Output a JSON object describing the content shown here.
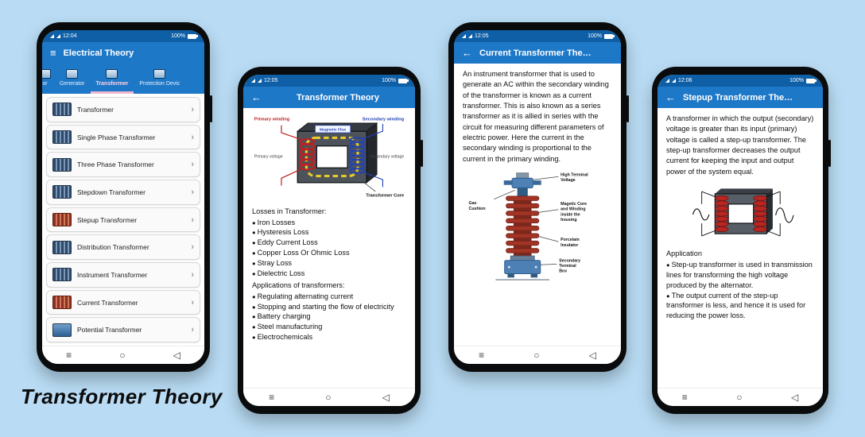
{
  "page": {
    "title": "Transformer Theory"
  },
  "icons": {
    "hamburger": "≡",
    "home": "○",
    "back_triangle": "◁",
    "back_arrow": "←",
    "chevron_right": "›"
  },
  "colors": {
    "background": "#b9dcf4",
    "statusbar": "#0f5fa6",
    "appbar": "#1e78c8",
    "tab_underline": "#f3b8d2"
  },
  "phone1": {
    "status": {
      "time": "12:04",
      "battery": "100%"
    },
    "app_title": "Electrical Theory",
    "tabs": [
      {
        "label": "or"
      },
      {
        "label": "Generator"
      },
      {
        "label": "Transformer"
      },
      {
        "label": "Protection Devic"
      }
    ],
    "items": [
      "Transformer",
      "Single Phase Transformer",
      "Three Phase Transformer",
      "Stepdown Transformer",
      "Stepup Transformer",
      "Distribution Transformer",
      "Instrument Transformer",
      "Current Transformer",
      "Potential Transformer"
    ]
  },
  "phone2": {
    "status": {
      "time": "12:05",
      "battery": "100%"
    },
    "title": "Transformer Theory",
    "diagram": {
      "primary_winding": "Primary winding",
      "secondary_winding": "Secondary winding",
      "magnetic_flux": "Magnetic Flux",
      "primary_voltage": "Primary voltage",
      "secondary_voltage": "Secondary voltage",
      "core": "Transformer Core"
    },
    "losses_title": "Losses in Transformer:",
    "losses": [
      "Iron Losses",
      "Hysteresis Loss",
      "Eddy Current Loss",
      "Copper Loss Or Ohmic Loss",
      "Stray Loss",
      "Dielectric Loss"
    ],
    "applications_title": "Applications of transformers:",
    "applications": [
      "Regulating alternating current",
      "Stopping and starting the flow of electricity",
      "Battery charging",
      "Steel manufacturing",
      "Electrochemicals"
    ]
  },
  "phone3": {
    "status": {
      "time": "12:05",
      "battery": "100%"
    },
    "title": "Current Transformer The…",
    "paragraph": "An instrument transformer that is used to generate an AC within the secondary winding of the transformer is known as a current transformer. This is also known as a series transformer as it is allied in series with the circuit for measuring different parameters of electric power. Here the current in the secondary winding is proportional to the current in the primary winding.",
    "diagram": {
      "gas": [
        "Gas",
        "Cushion"
      ],
      "high": [
        "High Terminal",
        "Voltage"
      ],
      "core": [
        "Magetic Core",
        "and Winding",
        "inside the",
        "housing"
      ],
      "porcelain": [
        "Porcelain",
        "Insulator"
      ],
      "secondary": [
        "Secondary",
        "Terminal",
        "Box"
      ]
    }
  },
  "phone4": {
    "status": {
      "time": "12:06",
      "battery": "100%"
    },
    "title": "Stepup Transformer The…",
    "paragraph": "A transformer in which the output (secondary) voltage is greater than its input (primary) voltage is called a step-up transformer. The step-up transformer decreases the output current for keeping the input and output power of the system equal.",
    "application_title": "Application",
    "applications": [
      "Step-up transformer is used in transmission lines for transforming the high voltage produced by the alternator.",
      "The output current of the step-up transformer is less, and hence it is used for reducing the power loss."
    ]
  }
}
